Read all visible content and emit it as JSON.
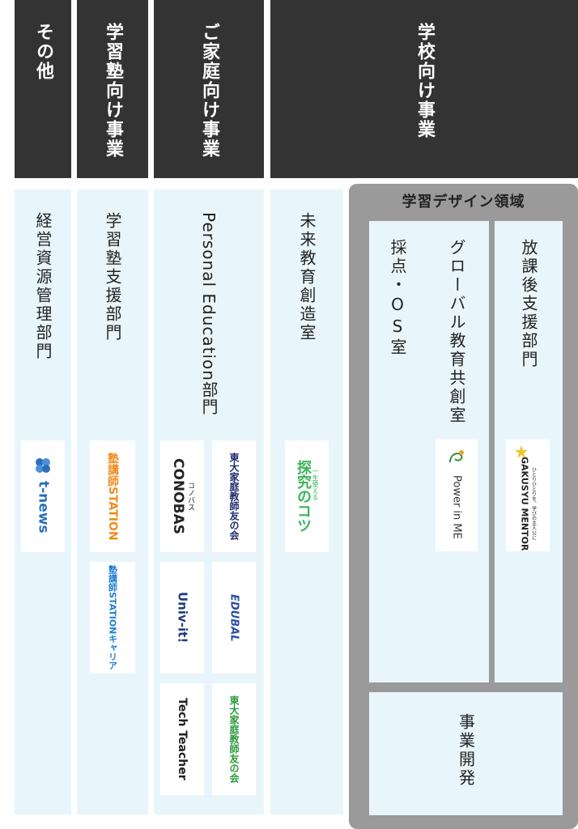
{
  "headers": {
    "other": "その他",
    "cram": "学習塾向け事業",
    "family": "ご家庭向け事業",
    "school": "学校向け事業"
  },
  "departments": {
    "management": "経営資源管理部門",
    "cram_support": "学習塾支援部門",
    "personal_education": "Personal Education部門",
    "future_education": "未来教育創造室",
    "scoring_os": "採点・OS室",
    "global_education": "グローバル教育共創室",
    "after_school": "放課後支援部門",
    "business_dev": "事業開発"
  },
  "group": {
    "title": "学習デザイン領域"
  },
  "logos": {
    "tnews": "t-news",
    "juku_station": "塾講師STATION",
    "juku_station_career": "塾講師STATIONキャリア",
    "conobas": "CONOBAS",
    "conobas_sub": "コノバス",
    "todai_tutor": "東大家庭教師友の会",
    "edubal": "EDUBAL",
    "univ_it": "Univ-it!",
    "tech_teacher": "Tech Teacher",
    "todai_online": "東大家庭教師友の会",
    "tankyu_small": "一生使える",
    "tankyu": "探究のコツ",
    "power_in_me": "Power in ME",
    "gakusyu_mentor_small": "ひとりひとりを、学びの主人公に",
    "gakusyu_mentor": "GAKUSYU MENTOR"
  },
  "colors": {
    "header_bg": "#333333",
    "column_bg": "#e8f6fb",
    "group_bg": "#9a9a9a",
    "tnews_blue": "#2a6fb8",
    "station_orange": "#f08a1c",
    "station_blue": "#1f7fd1",
    "todai_navy": "#1e2c6b",
    "todai_green": "#2c9a3c",
    "edubal_blue": "#2a4fa0",
    "univ_navy": "#233a7c",
    "univ_red": "#e23a4a",
    "tankyu_green": "#3bb35a",
    "power_green": "#3a8a3a"
  }
}
